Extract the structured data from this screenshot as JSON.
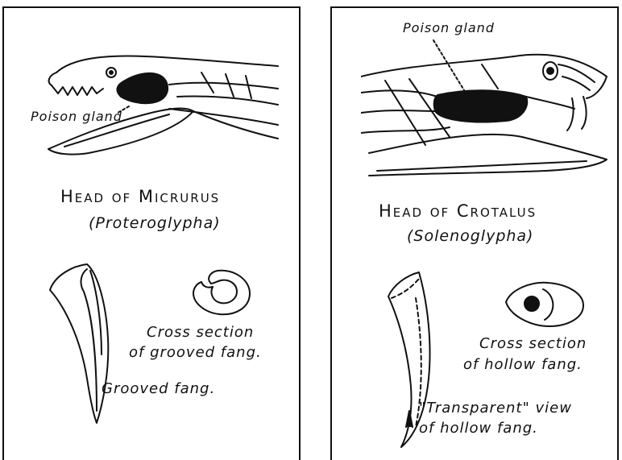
{
  "left": {
    "poison_gland_label": "Poison gland",
    "head_title": "Head of Micrurus",
    "head_subtitle": "(Proteroglypha)",
    "cross_section_label_line1": "Cross section",
    "cross_section_label_line2": "of grooved fang.",
    "fang_label": "Grooved fang."
  },
  "right": {
    "poison_gland_label": "Poison gland",
    "head_title": "Head of Crotalus",
    "head_subtitle": "(Solenoglypha)",
    "cross_section_label_line1": "Cross section",
    "cross_section_label_line2": "of hollow fang.",
    "transparent_label_line1": "\"Transparent\" view",
    "transparent_label_line2": "of hollow fang."
  }
}
